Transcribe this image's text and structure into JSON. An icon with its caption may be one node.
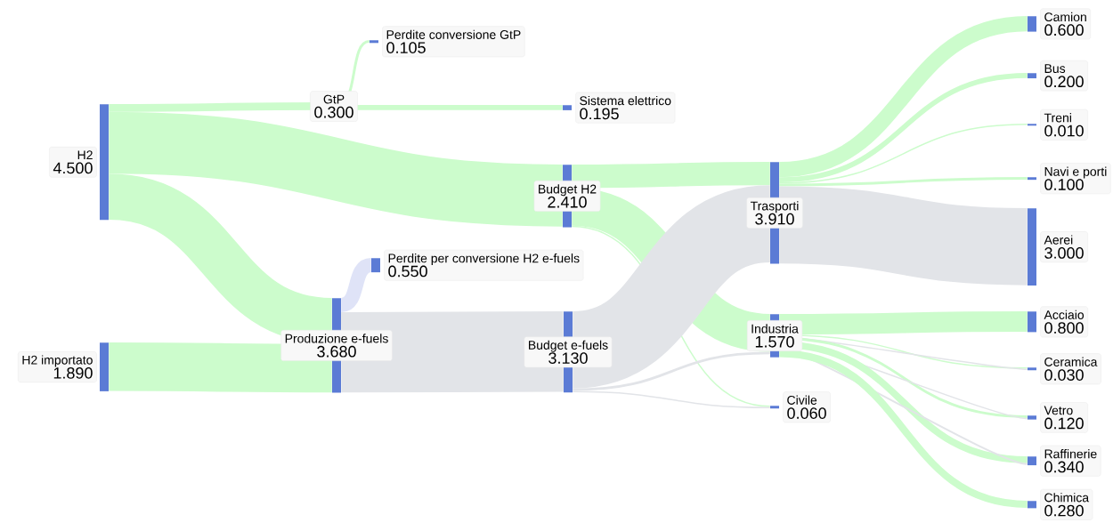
{
  "diagram": {
    "nodes": [
      {
        "text": [
          "H2",
          "4.500"
        ]
      },
      {
        "text": [
          "H2 importato",
          "1.890"
        ]
      },
      {
        "text": [
          "GtP",
          "0.300"
        ]
      },
      {
        "text": [
          "Perdite conversione GtP",
          "0.105"
        ]
      },
      {
        "text": [
          "Sistema elettrico",
          "0.195"
        ]
      },
      {
        "text": [
          "Budget H2",
          "2.410"
        ]
      },
      {
        "text": [
          "Produzione e-fuels",
          "3.680"
        ]
      },
      {
        "text": [
          "Perdite per conversione H2 e-fuels",
          "0.550"
        ]
      },
      {
        "text": [
          "Budget e-fuels",
          "3.130"
        ]
      },
      {
        "text": [
          "Trasporti",
          "3.910"
        ]
      },
      {
        "text": [
          "Industria",
          "1.570"
        ]
      },
      {
        "text": [
          "Civile",
          "0.060"
        ]
      },
      {
        "text": [
          "Camion",
          "0.600"
        ]
      },
      {
        "text": [
          "Bus",
          "0.200"
        ]
      },
      {
        "text": [
          "Treni",
          "0.010"
        ]
      },
      {
        "text": [
          "Navi e porti",
          "0.100"
        ]
      },
      {
        "text": [
          "Aerei",
          "3.000"
        ]
      },
      {
        "text": [
          "Acciaio",
          "0.800"
        ]
      },
      {
        "text": [
          "Ceramica",
          "0.030"
        ]
      },
      {
        "text": [
          "Vetro",
          "0.120"
        ]
      },
      {
        "text": [
          "Raffinerie",
          "0.340"
        ]
      },
      {
        "text": [
          "Chimica",
          "0.280"
        ]
      }
    ],
    "edges": [
      {
        "from": 0,
        "to": 2,
        "arrow": "none"
      },
      {
        "from": 0,
        "to": 5,
        "arrow": "none",
        "style": "thick"
      },
      {
        "from": 0,
        "to": 6,
        "arrow": "none",
        "style": "thick"
      },
      {
        "from": 1,
        "to": 6,
        "arrow": "none",
        "style": "thick"
      },
      {
        "from": 2,
        "to": 3,
        "arrow": "none"
      },
      {
        "from": 2,
        "to": 4,
        "arrow": "none"
      },
      {
        "from": 6,
        "to": 7,
        "arrow": "none",
        "style": "thick",
        "color": "#dfe3f7"
      },
      {
        "from": 6,
        "to": 8,
        "arrow": "none",
        "style": "thick",
        "color": "#e2e4e8"
      },
      {
        "from": 5,
        "to": 9,
        "arrow": "none",
        "style": "thick"
      },
      {
        "from": 5,
        "to": 10,
        "arrow": "none",
        "style": "thick"
      },
      {
        "from": 5,
        "to": 11,
        "arrow": "none"
      },
      {
        "from": 8,
        "to": 9,
        "arrow": "none",
        "style": "thick",
        "color": "#e2e4e8"
      },
      {
        "from": 8,
        "to": 10,
        "arrow": "none",
        "color": "#e2e4e8"
      },
      {
        "from": 8,
        "to": 11,
        "arrow": "none",
        "color": "#e2e4e8"
      },
      {
        "from": 9,
        "to": 12,
        "arrow": "none",
        "style": "thick"
      },
      {
        "from": 9,
        "to": 13,
        "arrow": "none"
      },
      {
        "from": 9,
        "to": 14,
        "arrow": "none"
      },
      {
        "from": 9,
        "to": 15,
        "arrow": "none"
      },
      {
        "from": 9,
        "to": 16,
        "arrow": "none",
        "style": "thick",
        "color": "#e2e4e8"
      },
      {
        "from": 10,
        "to": 17,
        "arrow": "none",
        "style": "thick"
      },
      {
        "from": 10,
        "to": 18,
        "arrow": "none"
      },
      {
        "from": 10,
        "to": 18,
        "arrow": "none",
        "color": "#e2e4e8"
      },
      {
        "from": 10,
        "to": 19,
        "arrow": "none"
      },
      {
        "from": 10,
        "to": 19,
        "arrow": "none",
        "color": "#e2e4e8"
      },
      {
        "from": 10,
        "to": 20,
        "arrow": "none"
      },
      {
        "from": 10,
        "to": 20,
        "arrow": "none",
        "color": "#e2e4e8"
      },
      {
        "from": 10,
        "to": 21,
        "arrow": "none"
      }
    ]
  }
}
